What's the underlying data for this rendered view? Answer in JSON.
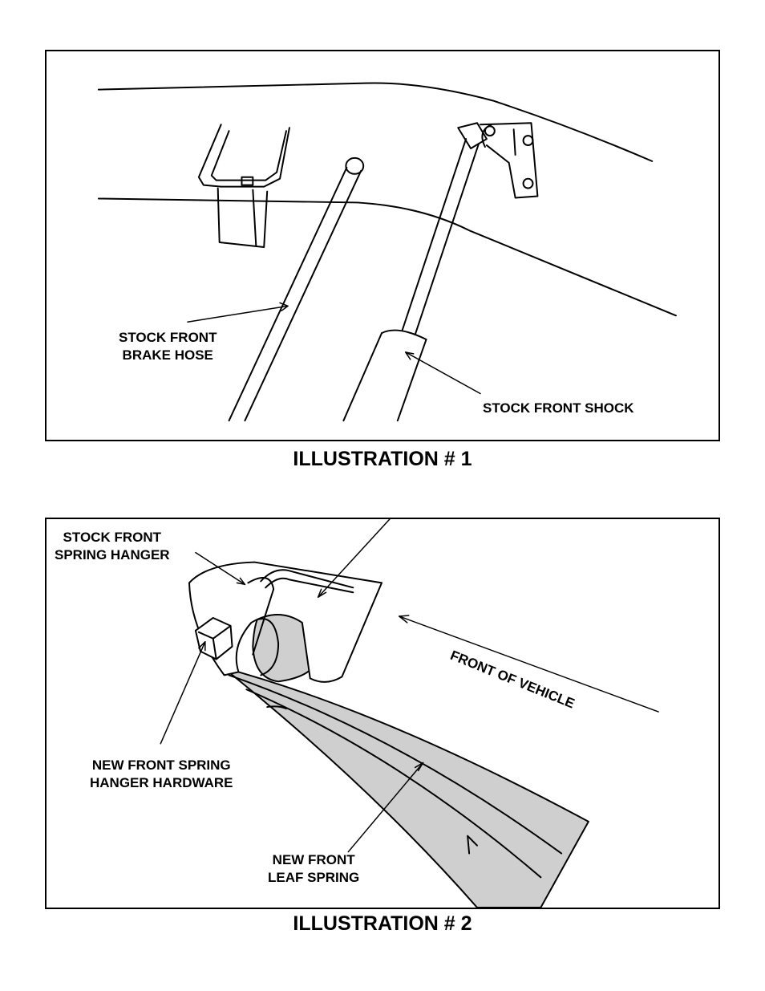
{
  "illustration1": {
    "caption": "ILLUSTRATION # 1",
    "labels": {
      "brake_hose_line1": "STOCK FRONT",
      "brake_hose_line2": "BRAKE HOSE",
      "shock": "STOCK FRONT SHOCK"
    }
  },
  "illustration2": {
    "caption": "ILLUSTRATION # 2",
    "labels": {
      "hanger_line1": "STOCK FRONT",
      "hanger_line2": "SPRING HANGER",
      "front_of_vehicle": "FRONT OF VEHICLE",
      "hardware_line1": "NEW FRONT SPRING",
      "hardware_line2": "HANGER HARDWARE",
      "leaf_line1": "NEW FRONT",
      "leaf_line2": "LEAF SPRING"
    }
  }
}
